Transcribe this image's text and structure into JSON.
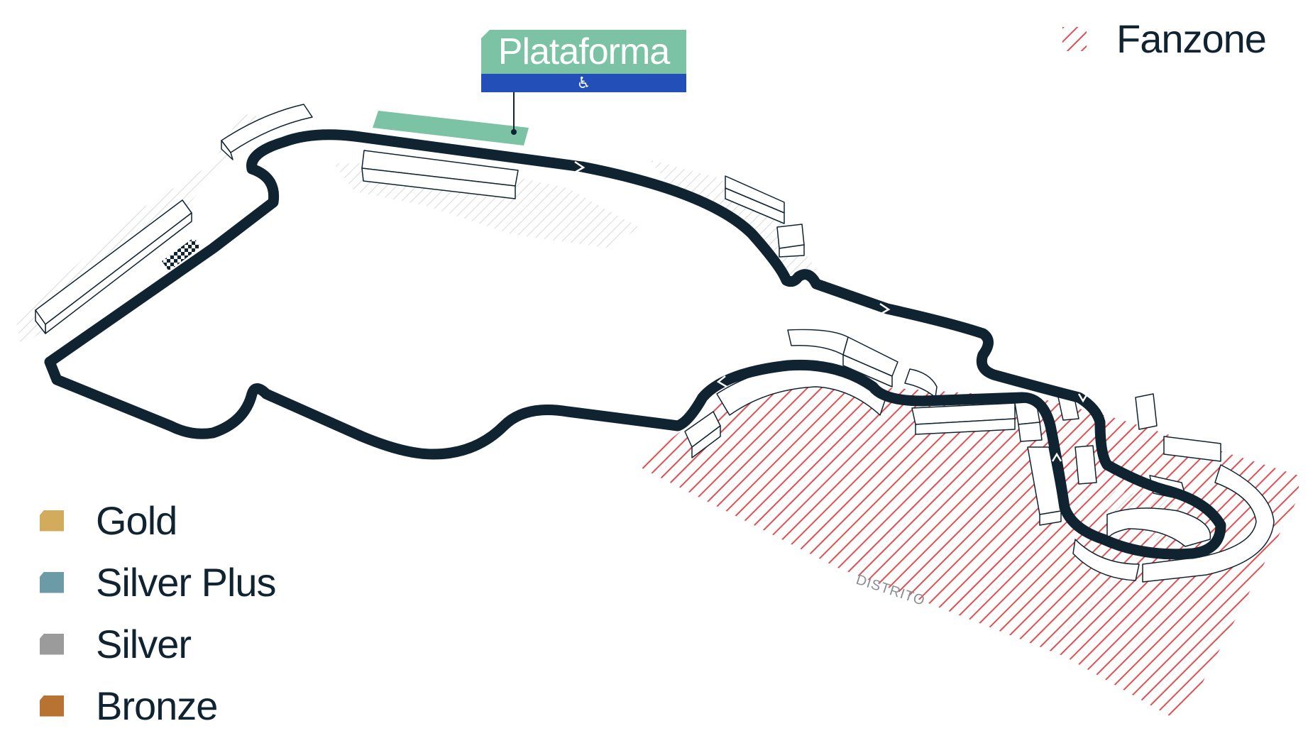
{
  "legend": {
    "items": [
      {
        "label": "Gold",
        "color": "#d3ab5c"
      },
      {
        "label": "Silver Plus",
        "color": "#6c9ba8"
      },
      {
        "label": "Silver",
        "color": "#9b9b9b"
      },
      {
        "label": "Bronze",
        "color": "#b87332"
      }
    ]
  },
  "fanzone": {
    "label": "Fanzone",
    "color": "#e05050"
  },
  "platform": {
    "label": "Plataforma",
    "access_icon": "wheelchair-icon",
    "accent": "#7cc2a4",
    "access_color": "#2350b8"
  },
  "map": {
    "district_label": "DISTRITO",
    "track_color": "#0f2330"
  }
}
